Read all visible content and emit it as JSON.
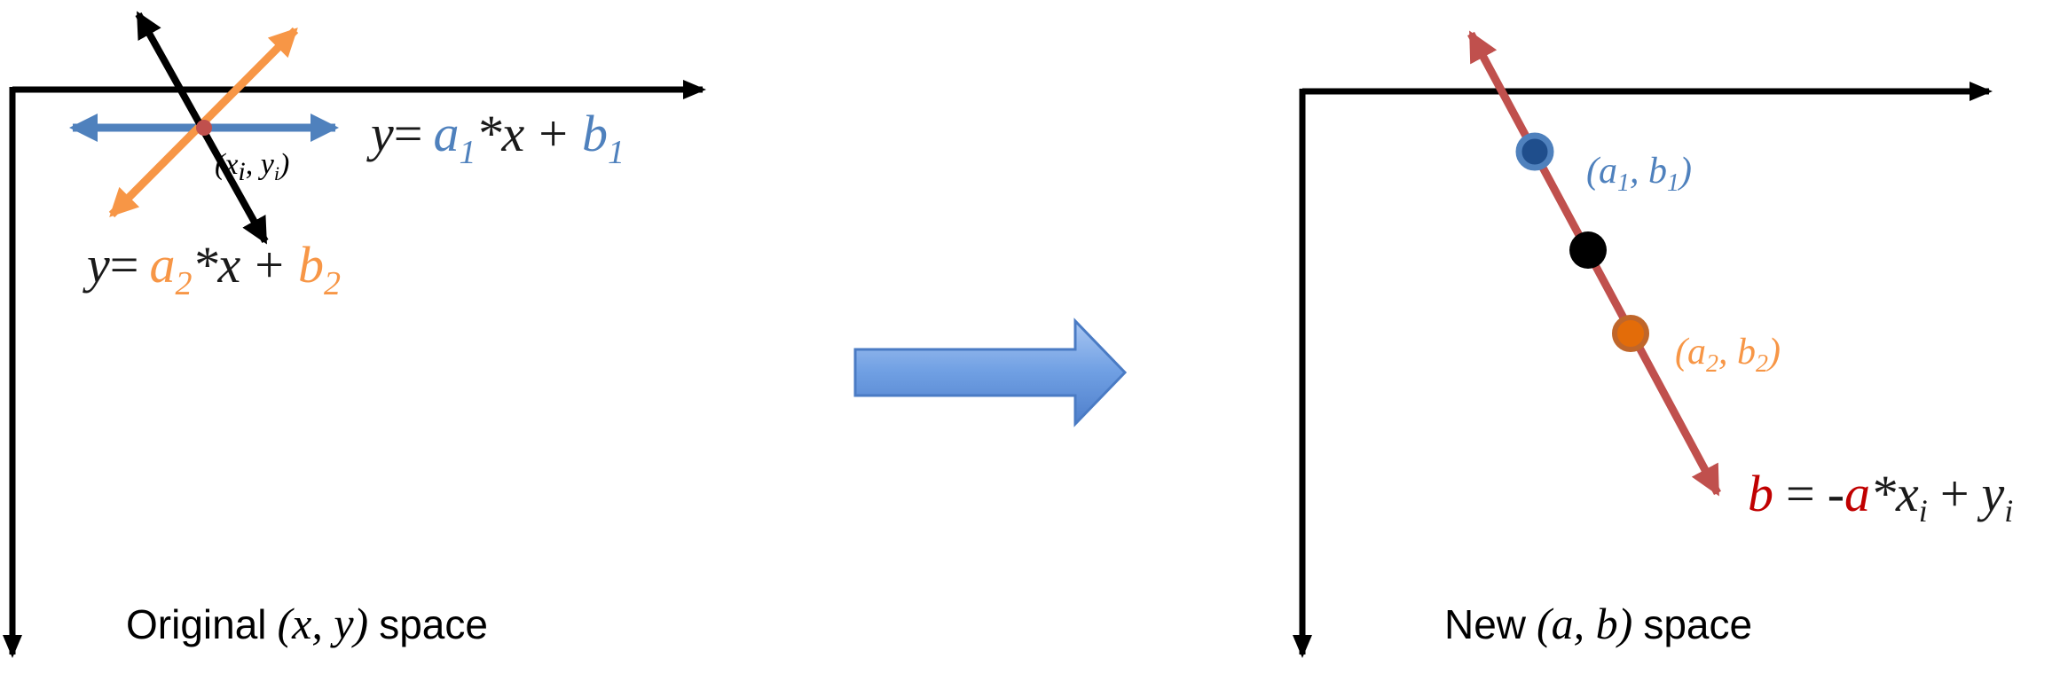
{
  "colors": {
    "blue": "#4f81bd",
    "orange": "#f79646",
    "red": "#c0504d",
    "dark_red": "#c00000",
    "black": "#000000",
    "arrow_fill": "#6a9be0"
  },
  "left_panel": {
    "line1": {
      "y": "y",
      "eq": "=",
      "a": "a",
      "a_sub": "1",
      "times_x": "*x",
      "plus": "+",
      "b": "b",
      "b_sub": "1"
    },
    "line2": {
      "y": "y",
      "eq": "=",
      "a": "a",
      "a_sub": "2",
      "times_x": "*x",
      "plus": "+",
      "b": "b",
      "b_sub": "2"
    },
    "point": {
      "open": "(x",
      "i1": "i",
      "comma_y": ", y",
      "i2": "i",
      "close": ")"
    },
    "caption": {
      "prefix": "Original",
      "space_name": "(x, y)",
      "suffix": "space"
    }
  },
  "right_panel": {
    "point1": {
      "open": "(a",
      "sub_a": "1",
      "mid": ", b",
      "sub_b": "1",
      "close": ")"
    },
    "point2": {
      "open": "(a",
      "sub_a": "2",
      "mid": ", b",
      "sub_b": "2",
      "close": ")"
    },
    "equation": {
      "b": "b",
      "eq": "=",
      "neg": "-",
      "a": "a",
      "times_x": "*x",
      "xi": "i",
      "plus": "+",
      "y": "y",
      "yi": "i"
    },
    "caption": {
      "prefix": "New",
      "space_name": "(a, b)",
      "suffix": "space"
    }
  }
}
